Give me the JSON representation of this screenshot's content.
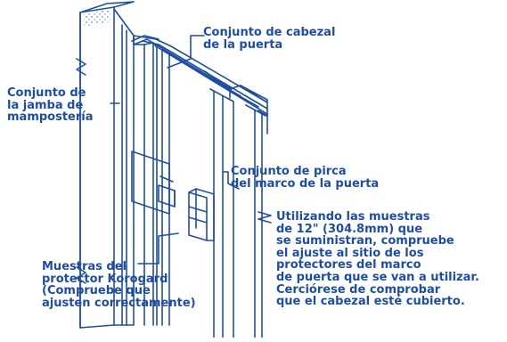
{
  "colors": {
    "ink": "#1f4ea1",
    "paper": "#ffffff"
  },
  "labels": {
    "door_header_assembly": {
      "lines": [
        "Conjunto de cabezal",
        "de la puerta"
      ]
    },
    "masonry_jamb_assembly": {
      "lines": [
        "Conjunto de",
        "la jamba de",
        "mampostería"
      ]
    },
    "door_frame_pirca_assembly": {
      "lines": [
        "Conjunto de pirca",
        "del marco de la puerta"
      ]
    },
    "korogard_samples": {
      "lines": [
        "Muestras del",
        "protector Korogard",
        "(Compruebe que",
        "ajusten correctamente)"
      ]
    },
    "instructions_note": {
      "lines": [
        "Utilizando las muestras",
        "de 12\" (304.8mm) que",
        "se suministran, compruebe",
        "el ajuste al sitio de los",
        "protectores del marco",
        "de puerta que se van a utilizar.",
        "Cerciórese de comprobar",
        "que el cabezal esté cubierto."
      ]
    }
  }
}
